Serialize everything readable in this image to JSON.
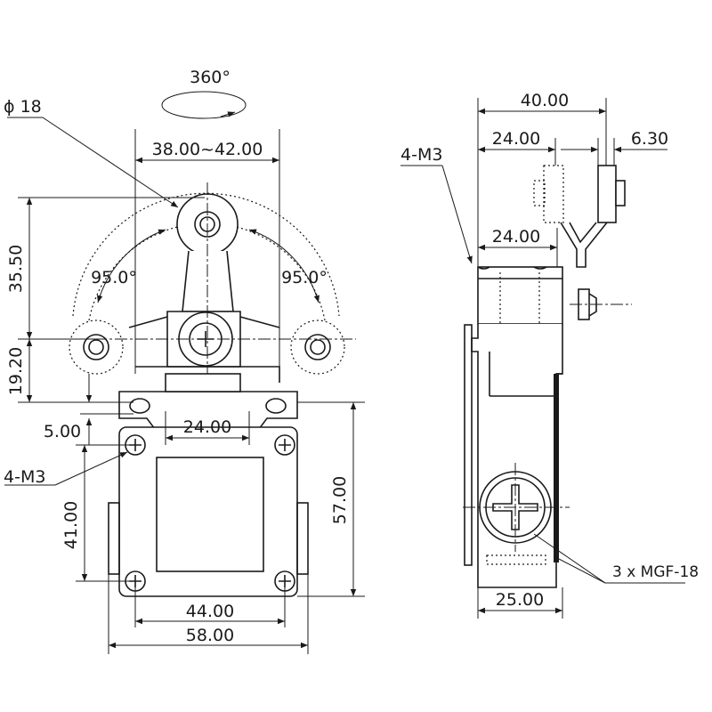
{
  "labels": {
    "rotation": "360°",
    "phi18": "ϕ 18",
    "width_range": "38.00~42.00",
    "height_35_50": "35.50",
    "angle_left": "95.0°",
    "angle_right": "95.0°",
    "height_19_20": "19.20",
    "spacing_24_front": "24.00",
    "offset_5_00": "5.00",
    "thread_front": "4-M3",
    "height_41_00": "41.00",
    "height_57_00": "57.00",
    "width_44_00": "44.00",
    "width_58_00": "58.00",
    "side_40_00": "40.00",
    "side_24_top": "24.00",
    "side_6_30": "6.30",
    "thread_side": "4-M3",
    "side_24_mid": "24.00",
    "side_25_00": "25.00",
    "cable_entry": "3 x MGF-18"
  },
  "colors": {
    "ink": "#1a1a1a",
    "background": "#ffffff"
  }
}
